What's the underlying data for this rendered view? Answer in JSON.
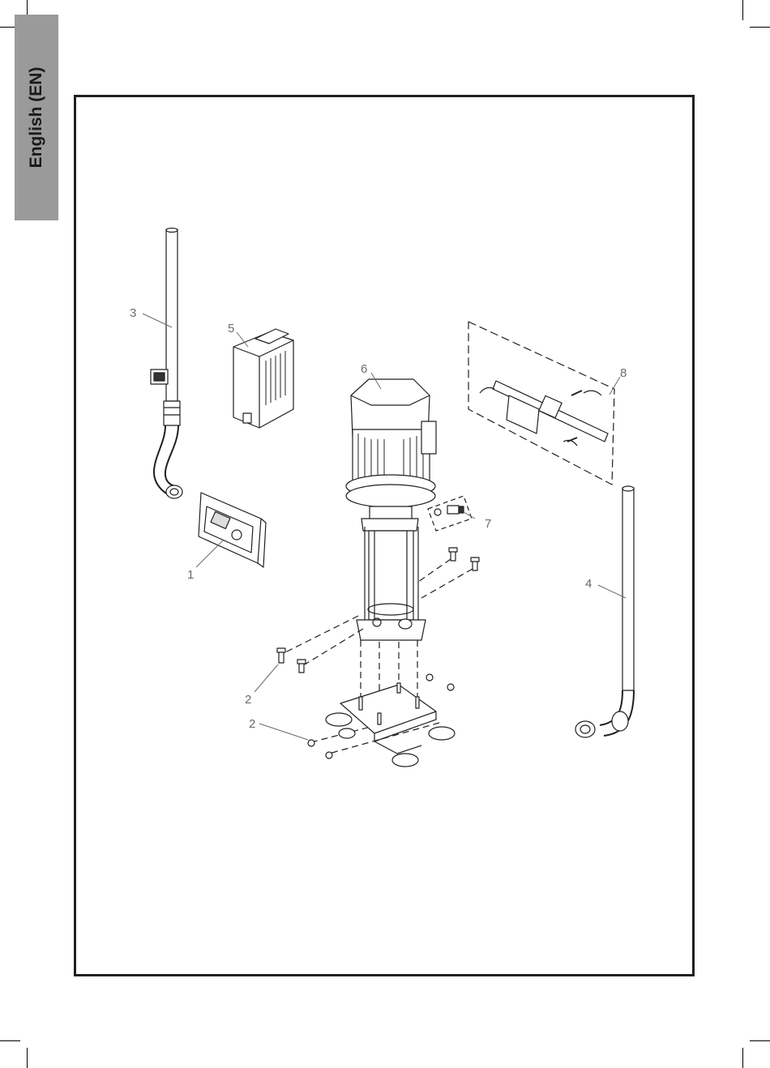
{
  "language_tab": {
    "label": "English (EN)"
  },
  "callouts": {
    "c1": "1",
    "c2a": "2",
    "c2b": "2",
    "c3": "3",
    "c4": "4",
    "c5": "5",
    "c6": "6",
    "c7": "7",
    "c8": "8"
  },
  "colors": {
    "tab": "#9a9a9a",
    "line": "#231f20",
    "callout": "#6b6b6b"
  }
}
